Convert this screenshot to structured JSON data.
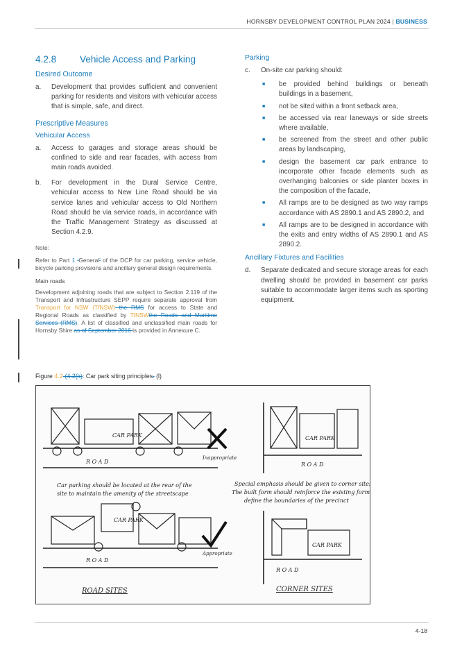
{
  "header": {
    "doc_title": "HORNSBY DEVELOPMENT CONTROL PLAN 2024",
    "separator": "|",
    "section": "BUSINESS"
  },
  "section": {
    "number": "4.2.8",
    "title": "Vehicle Access and Parking"
  },
  "desired_outcome": {
    "heading": "Desired Outcome",
    "items": [
      {
        "label": "a.",
        "text": "Development that provides sufficient and convenient parking for residents and visitors with vehicular access that is simple, safe, and direct."
      }
    ]
  },
  "prescriptive": {
    "heading": "Prescriptive Measures",
    "vehicular_access": {
      "heading": "Vehicular Access",
      "items": [
        {
          "label": "a.",
          "text": "Access to garages and storage areas should be confined to side and rear facades, with access from main roads avoided."
        },
        {
          "label": "b.",
          "text": "For development in the Dural Service Centre, vehicular access to New Line Road should be via service lanes and vehicular access to Old Northern Road should be via service roads, in accordance with the Traffic Management Strategy as discussed at Section 4.2.9."
        }
      ]
    }
  },
  "note": {
    "label": "Note:",
    "para1_a": "Refer to Part ",
    "para1_part": "1",
    "para1_b": " ",
    "para1_strike": "‘",
    "para1_c": "General",
    "para1_strike2": "’",
    "para1_d": " of the DCP for car parking, service vehicle, bicycle parking provisions and ancillary general design requirements.",
    "main_roads_heading": "Main roads",
    "para2_a": "Development adjoining roads that are subject to Section 2.119 of the Transport and Infrastructure SEPP require separate approval from ",
    "para2_ins1": "Transport for NSW (TfNSW)",
    "para2_del1": " the RMS",
    "para2_b": " for access to State and Regional Roads as classified by ",
    "para2_ins2": "TfNSW",
    "para2_del2": "the Roads and Maritime Services (RMS)",
    "para2_c": ". A list of classified and unclassified main roads for Hornsby Shire ",
    "para2_del3": "as of September 2016 ",
    "para2_d": "is provided in Annexure C."
  },
  "parking": {
    "heading": "Parking",
    "items": [
      {
        "label": "c.",
        "text": "On-site car parking should:"
      }
    ],
    "bullets": [
      "be provided behind buildings or beneath buildings in a basement,",
      "not be sited within a front setback area,",
      "be accessed via rear laneways or side streets where available,",
      "be screened from the street and other public areas by landscaping,",
      "design the basement car park entrance to incorporate other facade elements such as overhanging balconies or side planter boxes in the composition of the facade,",
      "All ramps are to be designed as two way ramps accordance with AS 2890.1 and AS 2890.2, and",
      "All ramps are to be designed in accordance with the exits and entry widths of AS 2890.1 and AS 2890.2."
    ],
    "bullet_symbol": "■"
  },
  "ancillary": {
    "heading": "Ancillary Fixtures and Facilities",
    "items": [
      {
        "label": "d.",
        "text": "Separate dedicated and secure storage areas for each dwelling should be provided in basement car parks suitable to accommodate larger items such as sporting equipment."
      }
    ]
  },
  "figure": {
    "prefix": "Figure ",
    "num_ins": "4.2",
    "num_del": "-(4.2(k)",
    "colon": ":",
    "title": "  Car park siting principles",
    "title_del": ".",
    "suffix": " (l)",
    "labels": {
      "car_park": "CAR PARK",
      "road": "R O A D",
      "inappropriate": "Inappropriate",
      "appropriate": "Appropriate",
      "caption_left_1": "Car parking should be located at the rear of the",
      "caption_left_2": "site to maintain the amenity of the streetscape",
      "caption_right_1": "Special emphasis should be given to corner sites.",
      "caption_right_2": "The built form should reinforce the existing form &",
      "caption_right_3": "define the boundaries of the precinct",
      "road_sites": "ROAD SITES",
      "corner_sites": "CORNER SITES"
    }
  },
  "footer": {
    "page": "4-18"
  }
}
